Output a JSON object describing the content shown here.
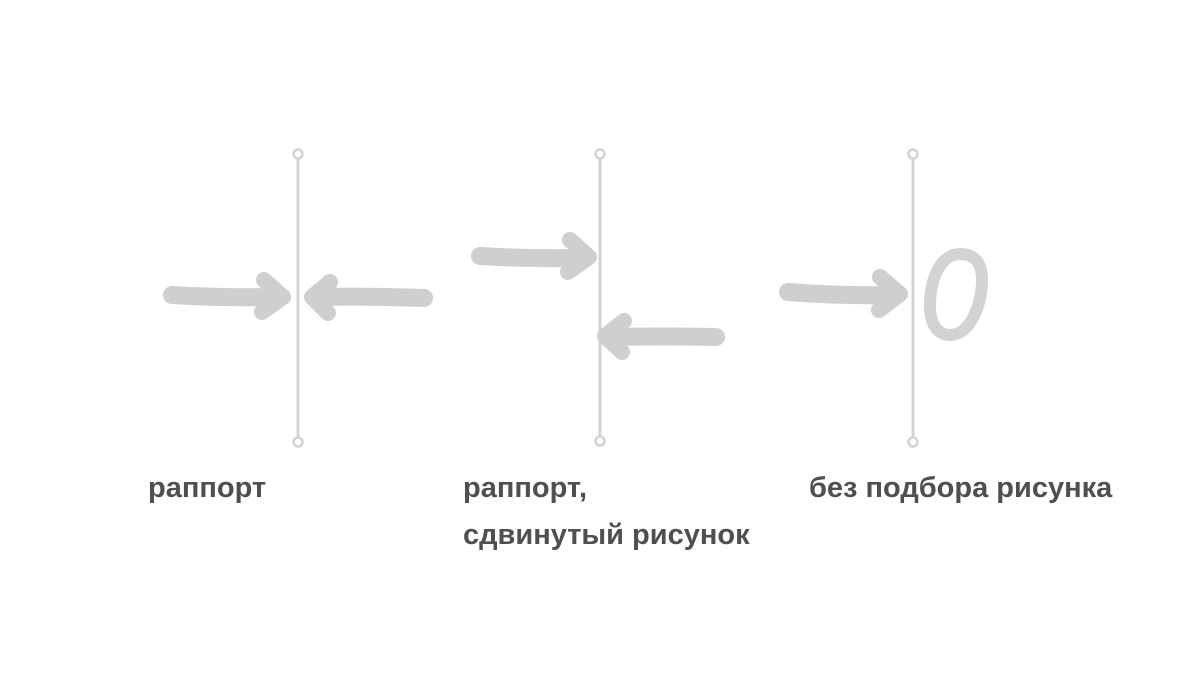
{
  "diagram": {
    "panels": [
      {
        "id": "rapport",
        "caption_lines": [
          "раппорт"
        ]
      },
      {
        "id": "rapport-shifted",
        "caption_lines": [
          "раппорт,",
          "сдвинутый рисунок"
        ]
      },
      {
        "id": "no-match",
        "caption_lines": [
          "без подбора рисунка"
        ]
      }
    ],
    "zero_symbol": "0",
    "colors": {
      "caption_text": "#4f4f4f",
      "line": "#d3d3d3",
      "arrow": "#cfcfcf",
      "background": "#ffffff"
    }
  }
}
